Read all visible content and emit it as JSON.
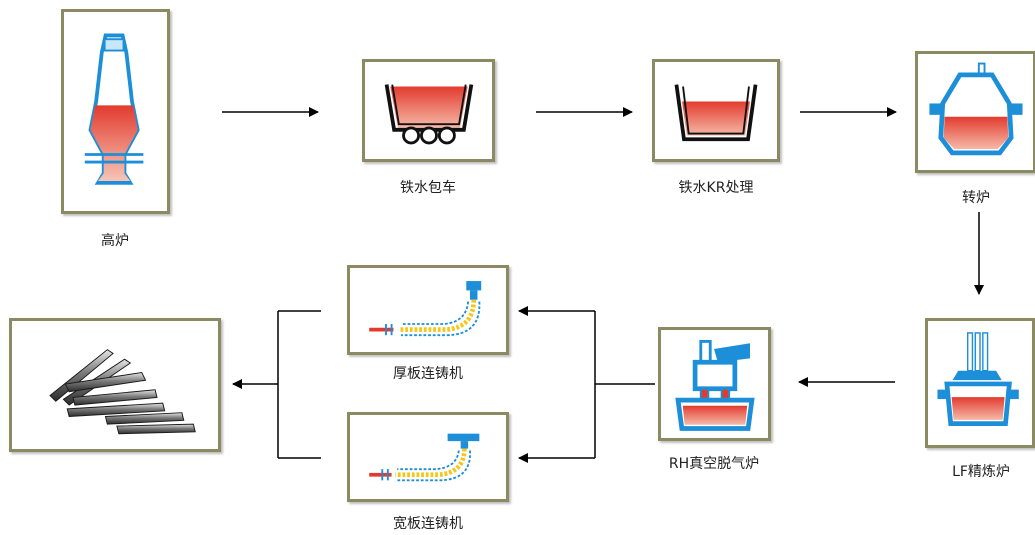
{
  "stages": {
    "blast_furnace": "高炉",
    "hot_metal_ladle_car": "铁水包车",
    "kr_desulfurization": "铁水KR处理",
    "converter": "转炉",
    "lf_refining": "LF精炼炉",
    "rh_degasser": "RH真空脱气炉",
    "thick_slab_caster": "厚板连铸机",
    "wide_slab_caster": "宽板连铸机",
    "slabs": ""
  },
  "colors": {
    "frame": "#8c8a62",
    "equipment_outline": "#1d8fd8",
    "molten_steel": "#e23b2e",
    "molten_steel_light": "#f6b9a8",
    "arrow": "#000000"
  }
}
